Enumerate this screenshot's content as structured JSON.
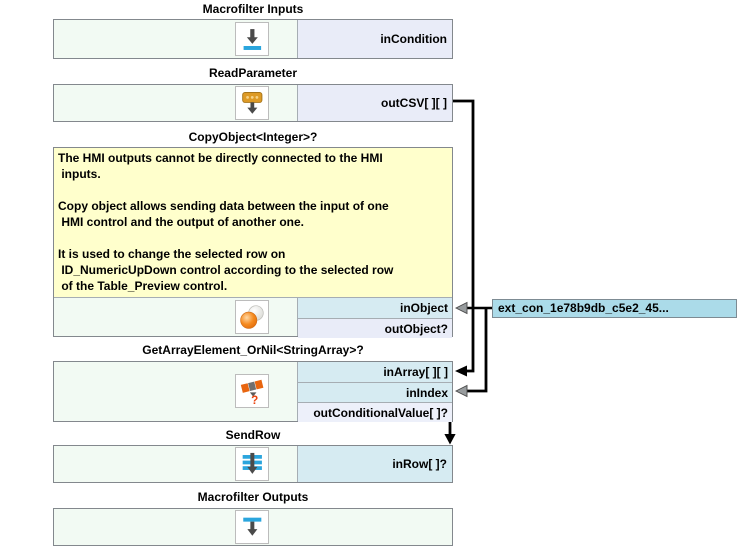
{
  "editor": {
    "background": "#ffffff",
    "colors": {
      "block_fill": "#f2faf3",
      "comment_fill": "#ffffcc",
      "port_connected_fill": "#d6ebf2",
      "port_default_fill": "#e9ecf8",
      "external_label_fill": "#abdbe9",
      "block_border": "#83888d",
      "wire_black": "#000000",
      "wire_gray_arrow": "#989c9e",
      "icon_blue": "#2aa5dd",
      "icon_orange": "#e8940f"
    }
  },
  "nodes": {
    "macrofilter_inputs": {
      "title": "Macrofilter Inputs",
      "icon": "macrofilter-input-icon",
      "ports": [
        {
          "label": "inCondition"
        }
      ]
    },
    "read_parameter": {
      "title": "ReadParameter",
      "icon": "read-parameter-icon",
      "ports": [
        {
          "label": "outCSV[ ][ ]"
        }
      ]
    },
    "copy_object": {
      "title": "CopyObject<Integer>?",
      "icon": "copy-object-icon",
      "comment": "The HMI outputs cannot be directly connected to the HMI\n inputs.\n\nCopy object allows sending data between the input of one\n HMI control and the output of another one.\n\nIt is used to change the selected row on\n ID_NumericUpDown control according to the selected row\n of the Table_Preview control.",
      "ports": [
        {
          "label": "inObject"
        },
        {
          "label": "outObject?"
        }
      ]
    },
    "get_array_element": {
      "title": "GetArrayElement_OrNil<StringArray>?",
      "icon": "get-array-element-icon",
      "ports": [
        {
          "label": "inArray[ ][ ]"
        },
        {
          "label": "inIndex"
        },
        {
          "label": "outConditionalValue[ ]?"
        }
      ]
    },
    "send_row": {
      "title": "SendRow",
      "icon": "send-row-icon",
      "ports": [
        {
          "label": "inRow[ ]?"
        }
      ]
    },
    "macrofilter_outputs": {
      "title": "Macrofilter Outputs",
      "icon": "macrofilter-output-icon",
      "ports": []
    }
  },
  "external_connection": {
    "label": "ext_con_1e78b9db_c5e2_45..."
  }
}
